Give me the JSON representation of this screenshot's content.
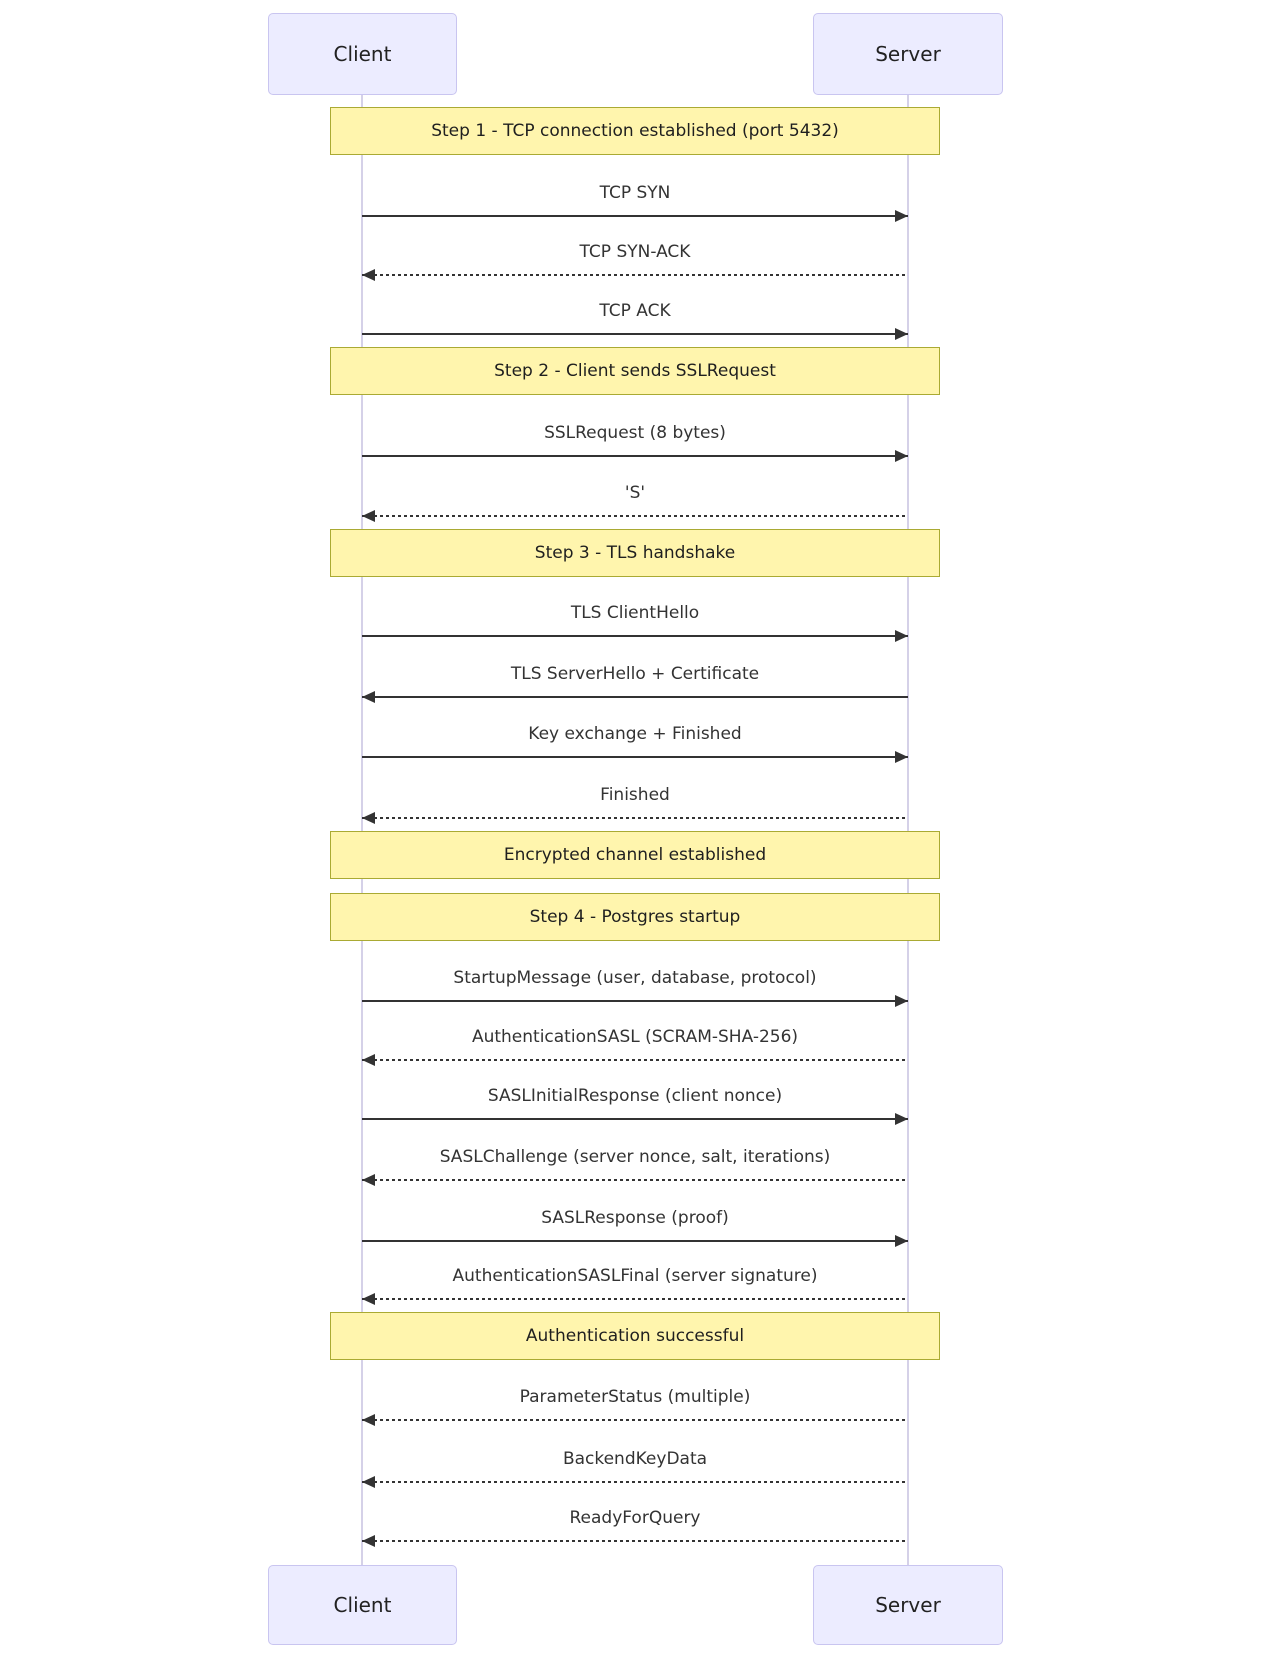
{
  "diagram": {
    "type": "sequence",
    "actors": {
      "client": "Client",
      "server": "Server"
    },
    "notes": [
      {
        "label": "Step 1 - TCP connection established (port 5432)"
      },
      {
        "label": "Step 2 - Client sends SSLRequest"
      },
      {
        "label": "Step 3 - TLS handshake"
      },
      {
        "label": "Encrypted channel established"
      },
      {
        "label": "Step 4 - Postgres startup"
      },
      {
        "label": "Authentication successful"
      }
    ],
    "messages": [
      {
        "label": "TCP SYN",
        "from": "Client",
        "to": "Server",
        "line": "solid"
      },
      {
        "label": "TCP SYN-ACK",
        "from": "Server",
        "to": "Client",
        "line": "dashed"
      },
      {
        "label": "TCP ACK",
        "from": "Client",
        "to": "Server",
        "line": "solid"
      },
      {
        "label": "SSLRequest (8 bytes)",
        "from": "Client",
        "to": "Server",
        "line": "solid"
      },
      {
        "label": "'S'",
        "from": "Server",
        "to": "Client",
        "line": "dashed"
      },
      {
        "label": "TLS ClientHello",
        "from": "Client",
        "to": "Server",
        "line": "solid"
      },
      {
        "label": "TLS ServerHello + Certificate",
        "from": "Server",
        "to": "Client",
        "line": "solid"
      },
      {
        "label": "Key exchange + Finished",
        "from": "Client",
        "to": "Server",
        "line": "solid"
      },
      {
        "label": "Finished",
        "from": "Server",
        "to": "Client",
        "line": "dashed"
      },
      {
        "label": "StartupMessage (user, database, protocol)",
        "from": "Client",
        "to": "Server",
        "line": "solid"
      },
      {
        "label": "AuthenticationSASL (SCRAM-SHA-256)",
        "from": "Server",
        "to": "Client",
        "line": "dashed"
      },
      {
        "label": "SASLInitialResponse (client nonce)",
        "from": "Client",
        "to": "Server",
        "line": "solid"
      },
      {
        "label": "SASLChallenge (server nonce, salt, iterations)",
        "from": "Server",
        "to": "Client",
        "line": "dashed"
      },
      {
        "label": "SASLResponse (proof)",
        "from": "Client",
        "to": "Server",
        "line": "solid"
      },
      {
        "label": "AuthenticationSASLFinal (server signature)",
        "from": "Server",
        "to": "Client",
        "line": "dashed"
      },
      {
        "label": "ParameterStatus (multiple)",
        "from": "Server",
        "to": "Client",
        "line": "dashed"
      },
      {
        "label": "BackendKeyData",
        "from": "Server",
        "to": "Client",
        "line": "dashed"
      },
      {
        "label": "ReadyForQuery",
        "from": "Server",
        "to": "Client",
        "line": "dashed"
      }
    ],
    "colors": {
      "actor_fill": "#ECECFF",
      "actor_border": "#C9C5F0",
      "note_fill": "#FFF5AD",
      "note_border": "#AAAA33",
      "message_line": "#333333",
      "lifeline": "#D5D1E8",
      "background": "#FFFFFF"
    }
  }
}
